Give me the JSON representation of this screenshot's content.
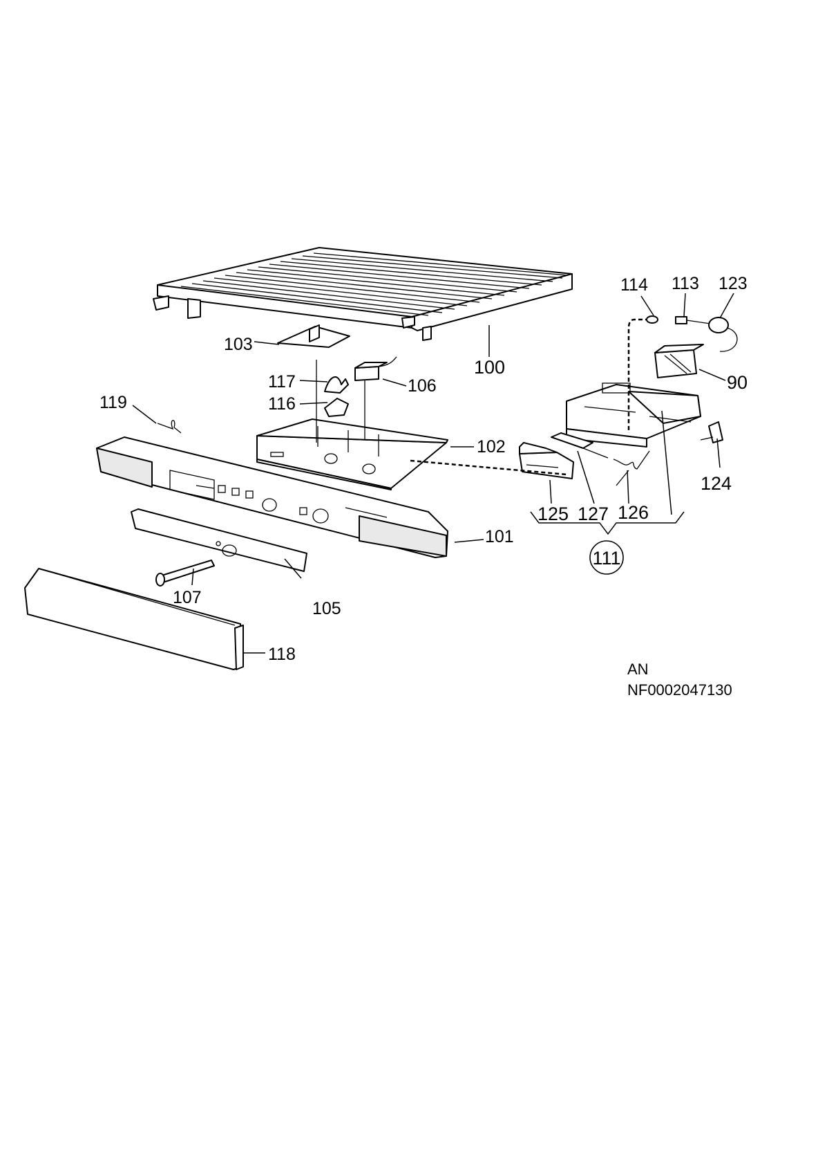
{
  "parts": {
    "p100": "100",
    "p103": "103",
    "p117": "117",
    "p106": "106",
    "p119": "119",
    "p116": "116",
    "p102": "102",
    "p101": "101",
    "p105": "105",
    "p107": "107",
    "p118": "118",
    "p114": "114",
    "p113": "113",
    "p123": "123",
    "p90": "90",
    "p124": "124",
    "p125": "125",
    "p127": "127",
    "p126": "126",
    "p111": "111"
  },
  "footer": {
    "code_line1": "AN",
    "code_line2": "NF0002047130"
  }
}
